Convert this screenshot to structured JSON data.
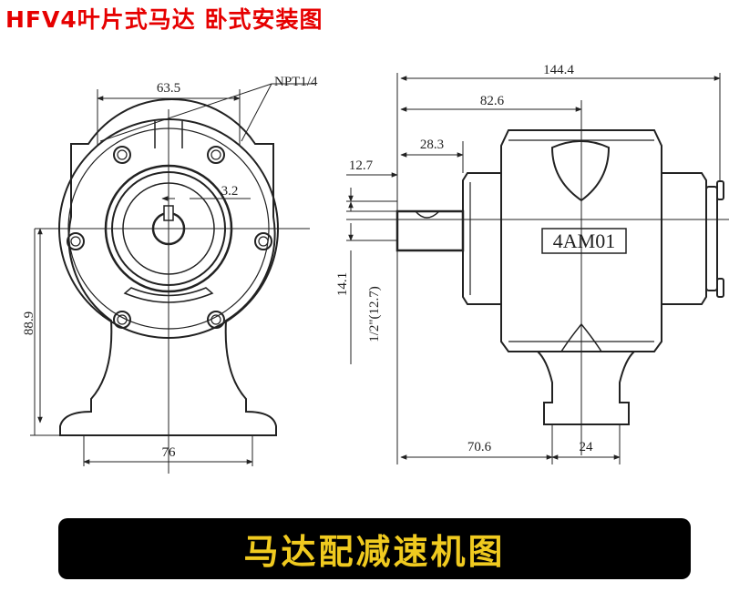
{
  "title": "HFV4叶片式马达 卧式安装图",
  "banner": "马达配减速机图",
  "colors": {
    "title": "#e60000",
    "banner_bg": "#000000",
    "banner_text": "#f0ca1f",
    "line": "#222222"
  },
  "front_view": {
    "dims": {
      "top_width": "63.5",
      "port": "NPT1/4",
      "key_width": "3.2",
      "height": "88.9",
      "base_width": "76"
    }
  },
  "side_view": {
    "dims": {
      "overall": "144.4",
      "to_center": "82.6",
      "shaft_length": "28.3",
      "shaft_offset": "12.7",
      "shaft_height": "14.1",
      "shaft_dia": "1/2\"(12.7)",
      "base_to_center": "70.6",
      "foot_width": "24"
    },
    "model_label": "4AM01"
  }
}
